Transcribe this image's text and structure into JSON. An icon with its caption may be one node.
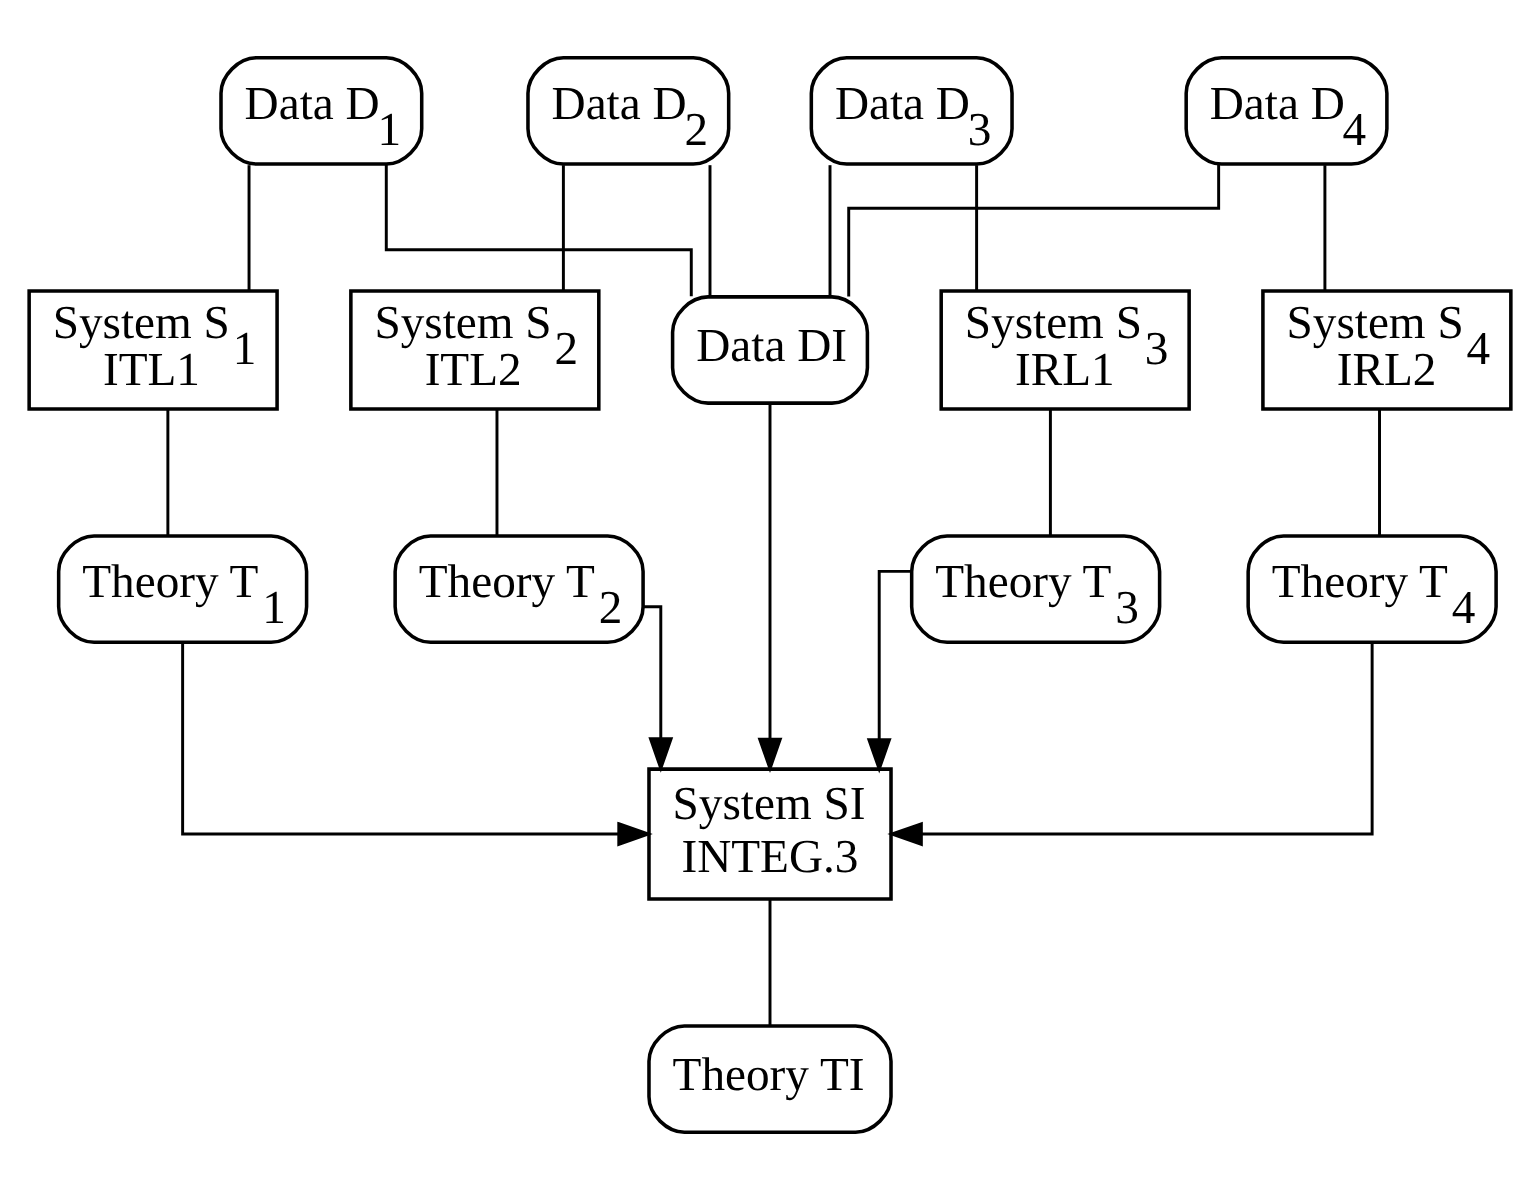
{
  "diagram": {
    "nodes": [
      {
        "text": [
          "Data D$_{1}$"
        ]
      },
      {
        "text": [
          "Data D$_{2}$"
        ]
      },
      {
        "text": [
          "Data D$_{3}$"
        ]
      },
      {
        "text": [
          "Data D$_{4}$"
        ]
      },
      {
        "text": [
          "System S$_{1}$",
          "ITL1"
        ]
      },
      {
        "text": [
          "System S$_{2}$",
          "ITL2"
        ]
      },
      {
        "text": [
          "System S$_{3}$",
          "IRL1"
        ]
      },
      {
        "text": [
          "System S$_{4}$",
          "IRL2"
        ]
      },
      {
        "text": [
          "Data DI"
        ]
      },
      {
        "text": [
          "Theory T$_{1}$"
        ]
      },
      {
        "text": [
          "Theory T$_{2}$"
        ]
      },
      {
        "text": [
          "Theory T$_{3}$"
        ]
      },
      {
        "text": [
          "Theory T$_{4}$"
        ]
      },
      {
        "text": [
          "System SI",
          "INTEG.3"
        ]
      },
      {
        "text": [
          "Theory TI"
        ]
      }
    ],
    "edges": [
      {
        "from": 0,
        "to": 4,
        "arrow": "none"
      },
      {
        "from": 1,
        "to": 5,
        "arrow": "none"
      },
      {
        "from": 2,
        "to": 6,
        "arrow": "none"
      },
      {
        "from": 3,
        "to": 7,
        "arrow": "none"
      },
      {
        "from": 0,
        "to": 8,
        "arrow": "none"
      },
      {
        "from": 1,
        "to": 8,
        "arrow": "none"
      },
      {
        "from": 2,
        "to": 8,
        "arrow": "none"
      },
      {
        "from": 3,
        "to": 8,
        "arrow": "none"
      },
      {
        "from": 4,
        "to": 9,
        "arrow": "none"
      },
      {
        "from": 5,
        "to": 10,
        "arrow": "none"
      },
      {
        "from": 6,
        "to": 11,
        "arrow": "none"
      },
      {
        "from": 7,
        "to": 12,
        "arrow": "none"
      },
      {
        "from": 9,
        "to": 13,
        "arrow": "to"
      },
      {
        "from": 10,
        "to": 13,
        "arrow": "to"
      },
      {
        "from": 11,
        "to": 13,
        "arrow": "to"
      },
      {
        "from": 12,
        "to": 13,
        "arrow": "to"
      },
      {
        "from": 8,
        "to": 13,
        "arrow": "to"
      },
      {
        "from": 13,
        "to": 14,
        "arrow": "none"
      }
    ]
  }
}
